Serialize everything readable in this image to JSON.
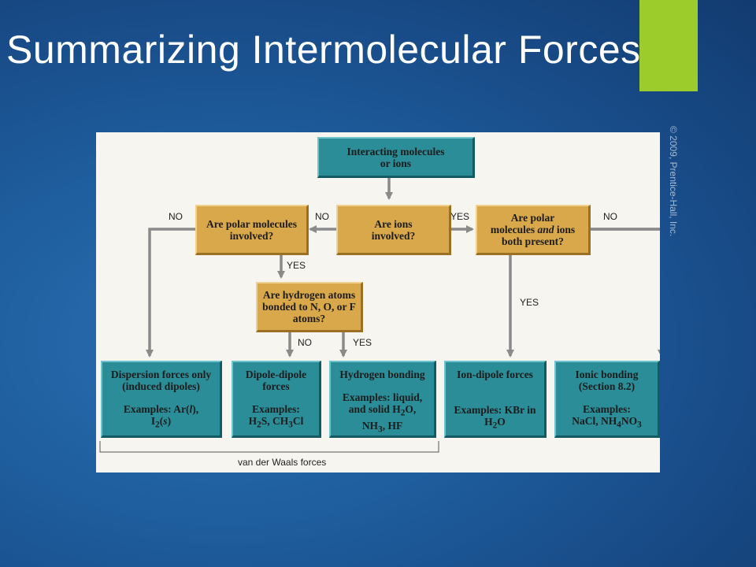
{
  "slide": {
    "title": "Summarizing Intermolecular Forces",
    "copyright": "© 2009, Prentice-Hall, Inc.",
    "accent_color": "#9bcc2b",
    "background_color": "#1f5fa0"
  },
  "diagram": {
    "start": "Interacting molecules or ions",
    "q_ions": "Are ions involved?",
    "q_polar": "Are polar molecules involved?",
    "q_polar_ions": [
      "Are polar",
      "molecules ",
      "and",
      " ions",
      "both present?"
    ],
    "q_hbond": "Are hydrogen atoms bonded to N, O, or F atoms?",
    "labels": {
      "no_left_outer": "NO",
      "no_ions": "NO",
      "yes_ions": "YES",
      "no_right_outer": "NO",
      "yes_polar": "YES",
      "yes_polar_ions": "YES",
      "no_hbond": "NO",
      "yes_hbond": "YES"
    },
    "results": [
      {
        "name": "Dispersion forces only (induced dipoles)",
        "ex_prefix": "Examples: Ar(",
        "ex_italic": "l",
        "ex_mid": "),",
        "ex_line2": [
          "I",
          "2",
          "(",
          "s",
          ")"
        ]
      },
      {
        "name": "Dipole-dipole forces",
        "ex_prefix": "Examples:",
        "ex_line2": [
          "H",
          "2",
          "S, CH",
          "3",
          "Cl"
        ]
      },
      {
        "name": "Hydrogen bonding",
        "ex_line1": "Examples: liquid,",
        "ex_line2": [
          "and solid H",
          "2",
          "O,"
        ],
        "ex_line3": [
          "NH",
          "3",
          ", HF"
        ]
      },
      {
        "name": "Ion-dipole forces",
        "ex_line1": "Examples: KBr in",
        "ex_line2": [
          "H",
          "2",
          "O"
        ]
      },
      {
        "name": "Ionic bonding (Section 8.2)",
        "ex_prefix": "Examples:",
        "ex_line2": [
          "NaCl, NH",
          "4",
          "NO",
          "3"
        ]
      }
    ],
    "brace_label": "van der Waals forces",
    "colors": {
      "teal": "#2a8d97",
      "tan": "#d9a84a",
      "arrow": "#8a8a8a",
      "panel": "#f7f5f0"
    }
  }
}
